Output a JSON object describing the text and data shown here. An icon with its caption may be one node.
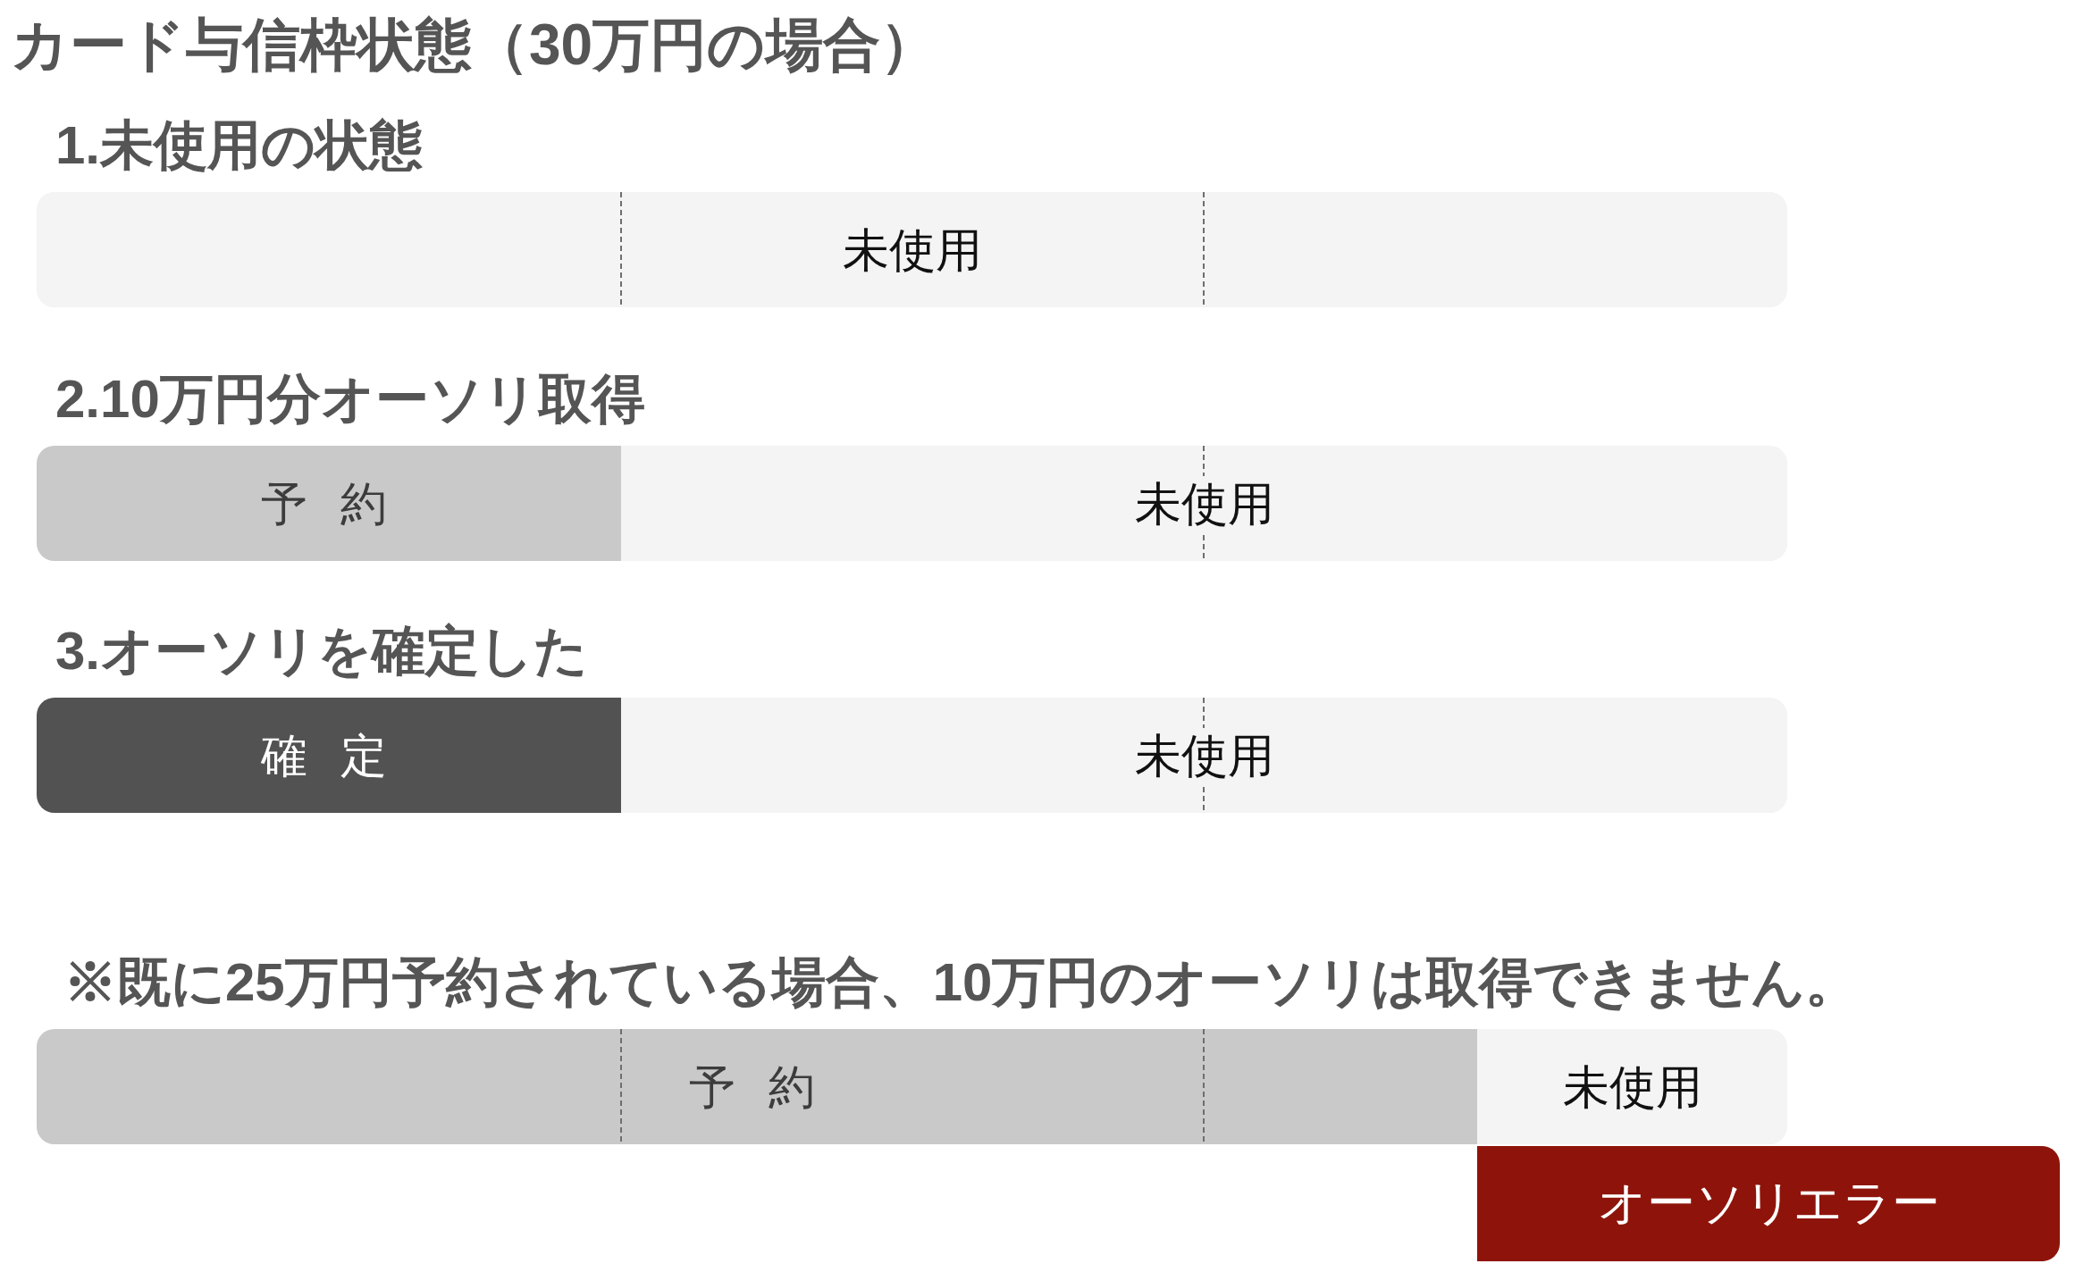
{
  "diagram": {
    "title": "カード与信枠状態（30万円の場合）",
    "nodes": [
      {
        "text": [
          "1.未使用の状態"
        ]
      },
      {
        "text": [
          "未使用"
        ],
        "in": 0
      },
      {
        "text": [
          "2.10万円分オーソリ取得"
        ]
      },
      {
        "text": [
          "予 約"
        ],
        "in": 2
      },
      {
        "text": [
          "未使用"
        ],
        "in": 2
      },
      {
        "text": [
          "3.オーソリを確定した"
        ]
      },
      {
        "text": [
          "確 定"
        ],
        "in": 5
      },
      {
        "text": [
          "未使用"
        ],
        "in": 5
      },
      {
        "text": [
          "※既に25万円予約されている場合、10万円のオーソリは取得できません。"
        ]
      },
      {
        "text": [
          "予 約"
        ],
        "in": 8
      },
      {
        "text": [
          "未使用"
        ],
        "in": 8
      },
      {
        "text": [
          "オーソリエラー"
        ]
      }
    ]
  }
}
